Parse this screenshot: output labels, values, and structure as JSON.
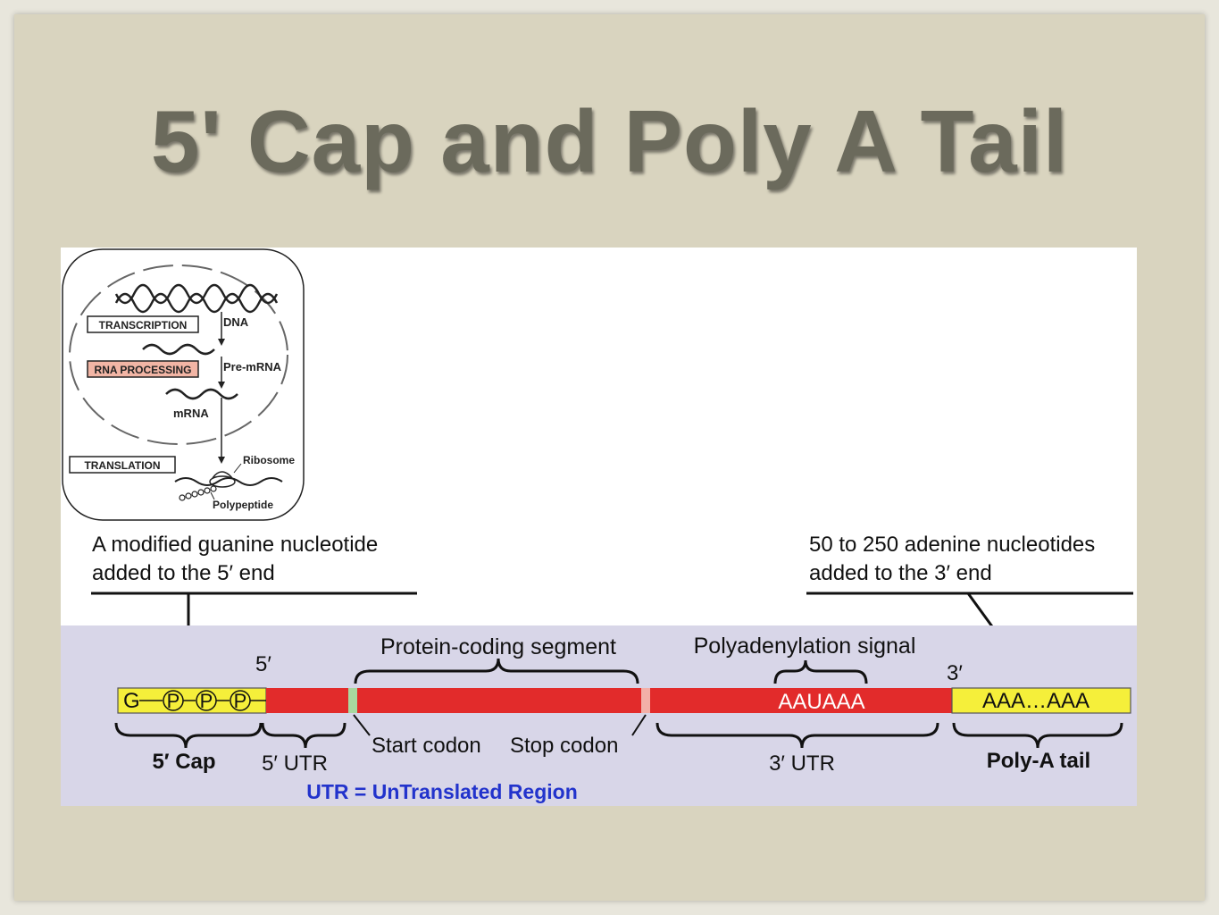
{
  "slide": {
    "title": "5' Cap and Poly A Tail"
  },
  "inset": {
    "transcription": "TRANSCRIPTION",
    "rna_processing": "RNA PROCESSING",
    "translation": "TRANSLATION",
    "dna": "DNA",
    "pre_mrna": "Pre-mRNA",
    "mrna": "mRNA",
    "ribosome": "Ribosome",
    "polypeptide": "Polypeptide"
  },
  "callouts": {
    "left_line1": "A modified guanine nucleotide",
    "left_line2": "added to the 5′ end",
    "right_line1": "50 to 250 adenine nucleotides",
    "right_line2": "added to the 3′ end"
  },
  "mrna_strand": {
    "five_prime": "5′",
    "three_prime": "3′",
    "cap_g": "G",
    "cap_p1": "P",
    "cap_p2": "P",
    "cap_p3": "P",
    "signal_seq": "AAUAAA",
    "tail_seq": "AAA…AAA"
  },
  "labels": {
    "protein_coding": "Protein-coding segment",
    "polyadenylation": "Polyadenylation signal",
    "start_codon": "Start codon",
    "stop_codon": "Stop codon",
    "cap": "5′ Cap",
    "utr5": "5′ UTR",
    "utr3": "3′ UTR",
    "polya": "Poly-A tail",
    "utr_def": "UTR = UnTranslated Region"
  },
  "colors": {
    "slide_bg": "#d9d4bf",
    "title": "#6b6a5c",
    "strand_band": "#d8d6e8",
    "coding_red": "#e22b2b",
    "cap_yellow": "#f5ef3a",
    "start_green": "#a8d8a0",
    "stop_pink": "#f3b0a8",
    "utr_def_blue": "#2233cc",
    "rna_processing_box": "#f2b5a5"
  }
}
